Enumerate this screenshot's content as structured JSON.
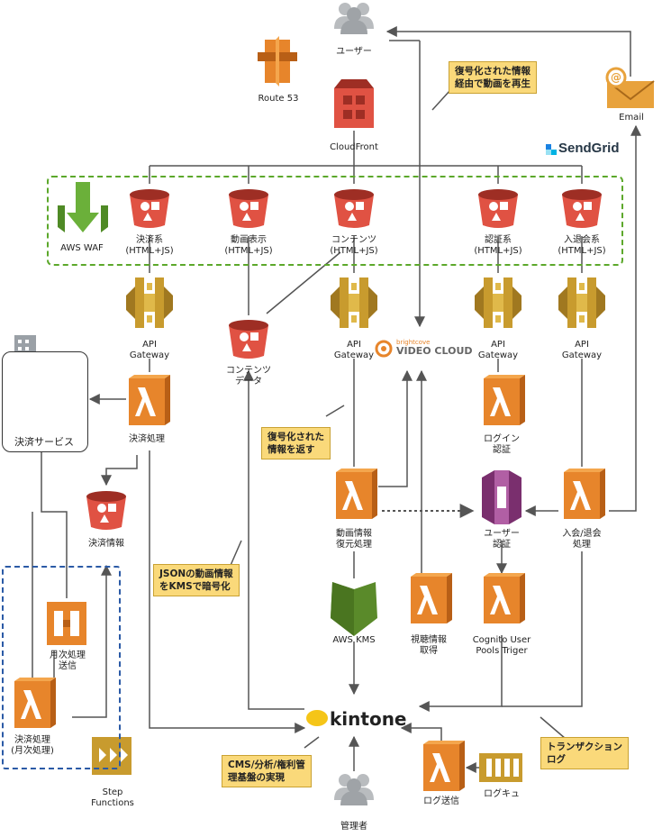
{
  "nodes": {
    "user": "ユーザー",
    "route53": "Route 53",
    "cloudfront": "CloudFront",
    "email": "Email",
    "sendgrid": "SendGrid",
    "waf": "AWS WAF",
    "s3_payment": "決済系\n(HTML+JS)",
    "s3_video": "動画表示\n(HTML+JS)",
    "s3_content": "コンテンツ\n(HTML+JS)",
    "s3_auth": "認証系\n(HTML+JS)",
    "s3_member": "入退会系\n(HTML+JS)",
    "apigw_1": "API\nGateway",
    "apigw_2": "API\nGateway",
    "apigw_3": "API\nGateway",
    "apigw_4": "API\nGateway",
    "content_data": "コンテンツ\nデータ",
    "vc_small": "brightcove",
    "vc_big": "VIDEO CLOUD",
    "payment_service": "決済サービス",
    "payment_proc": "決済処理",
    "login_auth": "ログイン\n認証",
    "payment_info": "決済情報",
    "video_restore": "動画情報\n復元処理",
    "cognito": "ユーザー\n認証",
    "member_proc": "入会/退会\n処理",
    "monthly_send": "月次処理\n送信",
    "kms": "AWS KMS",
    "view_info": "視聴情報\n取得",
    "cognito_trigger": "Cognito User\nPools Triger",
    "monthly_payment": "決済処理\n(月次処理)",
    "kintone": "kintone",
    "step_functions": "Step\nFunctions",
    "admin": "管理者",
    "log_send": "ログ送信",
    "log_queue": "ログキュ"
  },
  "notes": {
    "decrypt_play": "復号化された情報\n経由で動画を再生",
    "decrypt_return": "復号化された\n情報を返す",
    "json_kms": "JSONの動画情報\nをKMSで暗号化",
    "cms": "CMS/分析/権利管\n理基盤の実現",
    "transaction": "トランザクション\nログ"
  },
  "colors": {
    "s3_red": "#e05243",
    "lambda_orange": "#e7852b",
    "apigw_gold": "#c89b2e",
    "group_green": "#5ca82b",
    "group_blue": "#2b5aa6",
    "note_yellow": "#fad97a",
    "kms_green": "#5a8a2a",
    "cognito_purple": "#9b4a8e"
  }
}
